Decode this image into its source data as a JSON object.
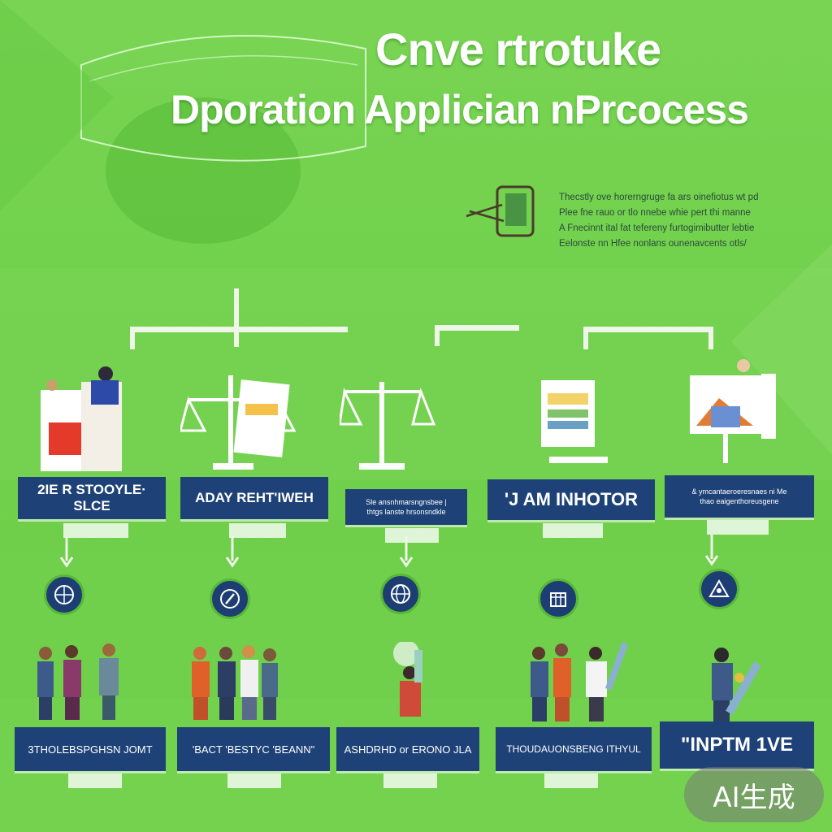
{
  "title": {
    "line1": "Cnve rtrotuke",
    "line2": "Dporation  Applician nPrcocess"
  },
  "intro_lines": [
    "Thecstly ove horerngruge fa ars oinefiotus wt pd",
    "Plee fne rauo or tlo nnebe whie pert thi manne",
    "A Fnecinnt ital fat tefereny furtogimibutter lebtie",
    "Eelonste  nn Hfee nonlans ounenavcents otls/"
  ],
  "steps_top": [
    {
      "label": "2IE R  STOOYLE·  SLCE",
      "icon": "applicant-desk-illustration"
    },
    {
      "label": "ADAY    REHT'IWEH",
      "icon": "scales-document-illustration"
    },
    {
      "label": "Sle ansnhmarsngnsbee | \nthtgs lanste hrsonsndkle",
      "icon": "scales-illustration"
    },
    {
      "label": "'J AM INHOTOR",
      "icon": "form-monitor-illustration"
    },
    {
      "label": "& ymcantaeroeresnaes ni Me\nthao eaigenthoreusgene",
      "icon": "presentation-board-illustration"
    }
  ],
  "steps_bottom": [
    {
      "label": "3THOLEBSPGHSN JOMT",
      "icon": "globe-hand-icon"
    },
    {
      "label": "'BACT 'BESTYC 'BEANN\"",
      "icon": "pen-circle-icon"
    },
    {
      "label": "ASHDRHD or ERONO JLA",
      "icon": "globe-icon"
    },
    {
      "label": "THOUDAUONSBENG ITHYUL",
      "icon": "calendar-globe-icon"
    },
    {
      "label": "\"INPTM 1VE",
      "icon": "triangle-hand-icon"
    }
  ],
  "watermark": "AI生成",
  "colors": {
    "background": "#74d24e",
    "box": "#1e4277",
    "circle": "#1d3e72"
  }
}
